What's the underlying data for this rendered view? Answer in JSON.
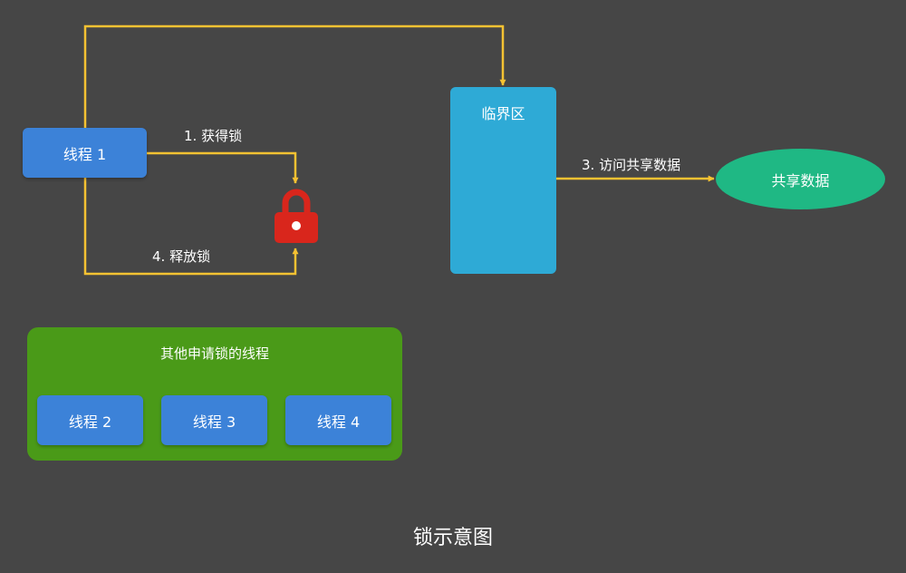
{
  "colors": {
    "background": "#464646",
    "thread_blue": "#3c82d8",
    "critical_section": "#2eaad6",
    "shared_data": "#1fb884",
    "waiting_group": "#4a9a18",
    "arrow": "#f6c232",
    "lock": "#d9261c"
  },
  "thread1": {
    "label": "线程 1"
  },
  "critical_section": {
    "label": "临界区"
  },
  "shared_data": {
    "label": "共享数据"
  },
  "arrows": {
    "acquire": "1. 获得锁",
    "access": "3. 访问共享数据",
    "release": "4. 释放锁"
  },
  "lock": {
    "icon": "lock-icon"
  },
  "waiting": {
    "title": "其他申请锁的线程",
    "threads": [
      "线程 2",
      "线程 3",
      "线程 4"
    ]
  },
  "caption": "锁示意图"
}
